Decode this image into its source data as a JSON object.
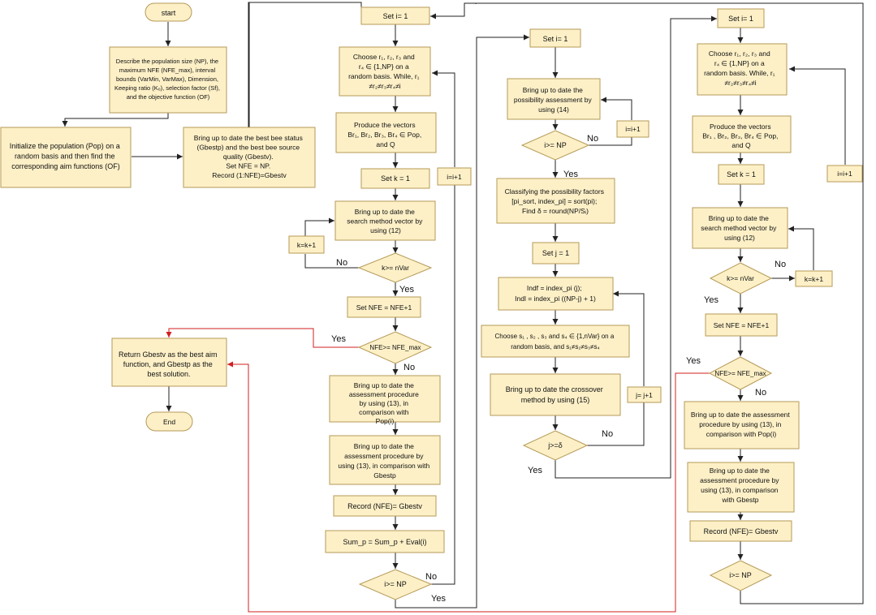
{
  "colors": {
    "box_fill": "#fdf0c7",
    "box_stroke": "#b59a57",
    "return_line": "#d21f1f"
  },
  "nodes": {
    "start": "start",
    "describe": [
      "Describe the population size (NP), the",
      "maximum NFE (NFE_max), interval",
      "bounds (VarMin, VarMax), Dimension,",
      "Keeping ratio (Kₒ), selection factor (Sf),",
      "and the objective function (OF)"
    ],
    "init_pop": [
      "Initialize the population (Pop) on a",
      "random basis and then find the",
      "corresponding aim functions (OF)"
    ],
    "best_bee": [
      "Bring up to date the best bee status",
      "(Gbestp) and the best bee source",
      "quality (Gbestv).",
      "Set NFE = NP.",
      "Record (1:NFE)=Gbestv"
    ],
    "return": [
      "Return Gbestv as the best aim",
      "function, and Gbestp as the",
      "best solution."
    ],
    "end": "End",
    "c1_set_i": "Set i= 1",
    "c1_choose": [
      "Choose r₁, r₂, r₃ and",
      "r₄ ∈ {1,NP} on a",
      "random basis. While, r₁",
      "≠r₂≠r₃≠r₄≠i"
    ],
    "c1_produce": [
      "Produce the vectors",
      "Br₁, Br₂, Br₃, Br₄ ∈ Pop,",
      "and Q"
    ],
    "c1_set_k": "Set k = 1",
    "c1_search": [
      "Bring up to date the",
      "search method vector by",
      "using (12)"
    ],
    "c1_k_cond": "k>= nVar",
    "c1_kinc": "k=k+1",
    "c1_set_nfe": "Set NFE = NFE+1",
    "c1_nfe_cond": "NFE>= NFE_max",
    "c1_assess_pop": [
      "Bring up to date the",
      "assessment procedure",
      "by using (13), in",
      "comparison with",
      "Pop(i)"
    ],
    "c1_assess_gb": [
      "Bring up to date the",
      "assessment procedure by",
      "using (13), in comparison with",
      "Gbestp"
    ],
    "c1_record": "Record (NFE)= Gbestv",
    "c1_sum": "Sum_p = Sum_p + Eval(i)",
    "c1_i_cond": "i>= NP",
    "c1_iinc": "i=i+1",
    "c2_set_i": "Set i= 1",
    "c2_possib": [
      "Bring up to date the",
      "possibility assessment by",
      "using (14)"
    ],
    "c2_i_cond": "i>= NP",
    "c2_iinc": "i=i+1",
    "c2_classify": [
      "Classifying the possibility factors",
      "[pi_sort, index_pi] = sort(pi);",
      "Find δ = round(NP/Sᵢ)"
    ],
    "c2_set_j": "Set j = 1",
    "c2_indf": [
      "Indf = index_pi (j);",
      "Indl = index_pi ((NP-j) + 1)"
    ],
    "c2_choose_s": [
      "Choose s₁ , s₂ , s₃ and s₄ ∈ {1,nVar} on a",
      "random basis, and s₁≠s₂≠s₃≠s₄"
    ],
    "c2_crossover": [
      "Bring up to date the crossover",
      "method by using (15)"
    ],
    "c2_j_cond": "j>=δ",
    "c2_jinc": "j= j+1",
    "c3_set_i": "Set i= 1",
    "c3_choose": [
      "Choose r₁, r₂, r₃ and",
      "r₄ ∈ {1,NP} on a",
      "random basis. While, r₁",
      "≠r₂≠r₃≠r₄≠i"
    ],
    "c3_produce": [
      "Produce the vectors",
      "Br₁ , Br₂, Br₃, Br₄ ∈ Pop,",
      "and Q"
    ],
    "c3_set_k": "Set k = 1",
    "c3_search": [
      "Bring up to date the",
      "search method vector by",
      "using (12)"
    ],
    "c3_k_cond": "k>= nVar",
    "c3_kinc": "k=k+1",
    "c3_set_nfe": "Set NFE = NFE+1",
    "c3_nfe_cond": "NFE>= NFE_max",
    "c3_assess_pop": [
      "Bring up to date the assessment",
      "procedure by using (13), in",
      "comparison with Pop(i)"
    ],
    "c3_assess_gb": [
      "Bring up to date the",
      "assessment procedure by",
      "using (13), in comparison",
      "with Gbestp"
    ],
    "c3_record": "Record (NFE)= Gbestv",
    "c3_i_cond": "i>= NP",
    "c3_iinc": "i=i+1"
  },
  "edge_labels": {
    "yes": "Yes",
    "no": "No"
  }
}
